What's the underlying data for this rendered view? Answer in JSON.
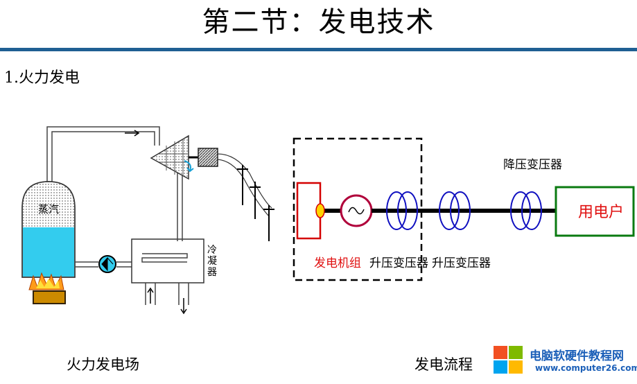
{
  "slide": {
    "title": "第二节：发电技术",
    "section": "1.火力发电"
  },
  "plant": {
    "steam_label": "蒸汽",
    "condenser_label": "冷凝器",
    "caption": "火力发电场"
  },
  "flow": {
    "generator_label": "发电机组",
    "stepup_1_label": "升压变压器",
    "stepup_2_label": "升压变压器",
    "stepdown_label": "降压变压器",
    "consumer_label": "用电户",
    "caption": "发电流程"
  },
  "watermark": {
    "text": "电脑软硬件教程网",
    "url": "www.computer26.com"
  },
  "colors": {
    "title_rule": "#1f5f93",
    "water": "#33ccee",
    "generator_box": "#d40000",
    "generator_ring": "#b0003a",
    "transformer": "#1010c0",
    "consumer_box": "#0a7a10",
    "red_label": "#e01010"
  }
}
